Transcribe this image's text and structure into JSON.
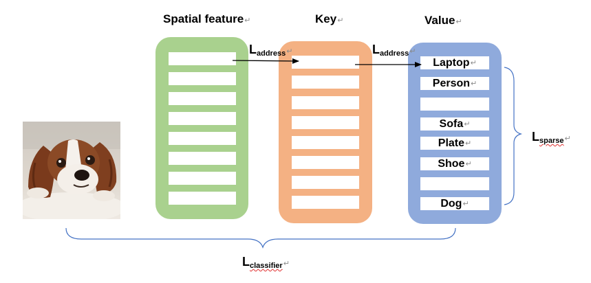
{
  "headings": {
    "spatial": "Spatial feature",
    "key": "Key",
    "value": "Value"
  },
  "paragraph_mark": "↵",
  "losses": {
    "address_main": "L",
    "address_sub": "address",
    "sparse_main": "L",
    "sparse_sub": "sparse",
    "classifier_main": "L",
    "classifier_sub": "classifier"
  },
  "value_labels": [
    "Laptop",
    "Person",
    "",
    "Sofa",
    "Plate",
    "Shoe",
    "",
    "Dog"
  ],
  "colors": {
    "spatial": "#a9d18e",
    "key": "#f4b183",
    "value": "#8faadc",
    "brace": "#4472c4"
  }
}
